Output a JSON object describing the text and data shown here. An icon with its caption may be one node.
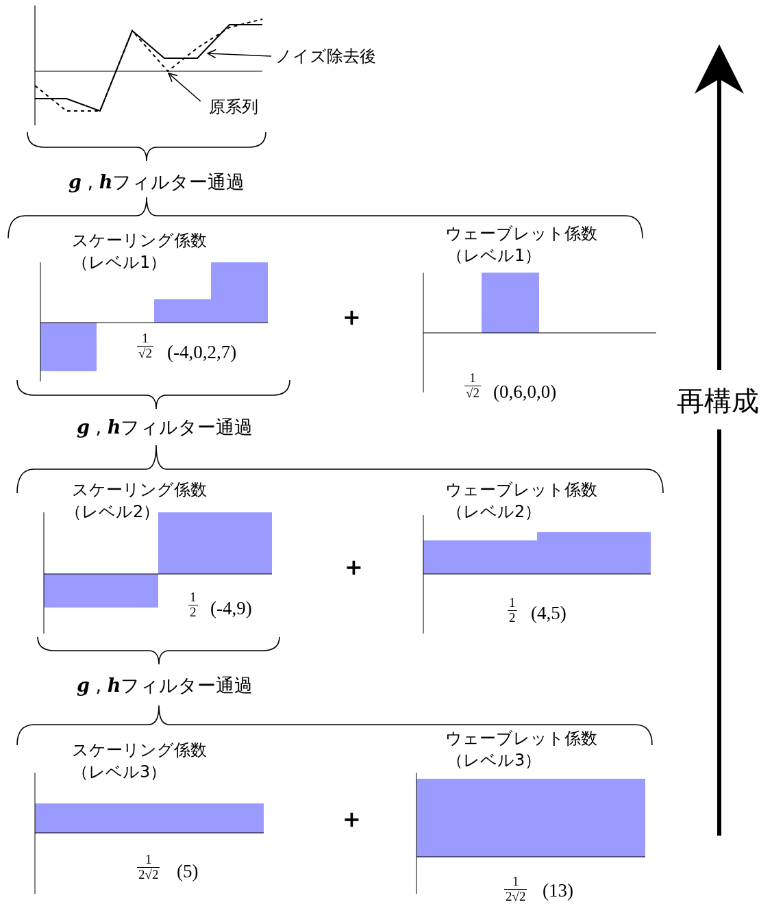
{
  "diagram": {
    "nodes": [
      {
        "text": [
          "ノイズ除去後"
        ]
      },
      {
        "text": [],
        "shape": "line"
      },
      {
        "text": [
          "原系列"
        ]
      },
      {
        "text": [],
        "shape": "line"
      }
    ],
    "edges": [
      {
        "from": 0,
        "to": 1,
        "arrow": "to"
      },
      {
        "from": 2,
        "to": 3,
        "arrow": "to"
      }
    ],
    "labels": [
      "**g** , **h**フィルター通過",
      "スケーリング係数",
      "（レベル1）",
      "ウェーブレット係数",
      "（レベル1）",
      "+",
      "1",
      "√2",
      "(-4,0,2,7)",
      "1",
      "√2",
      "(0,6,0,0)",
      "再構成",
      "**g** , **h**フィルター通過",
      "スケーリング係数",
      "（レベル2）",
      "ウェーブレット係数",
      "（レベル2）",
      "+",
      "1",
      "2",
      "(-4,9)",
      "1",
      "2",
      "(4,5)",
      "**g** , **h**フィルター通過",
      "スケーリング係数",
      "（レベル3）",
      "ウェーブレット係数",
      "（レベル3）",
      "+",
      "1",
      "2√2",
      "(5)",
      "1",
      "2√2",
      "(13)"
    ]
  }
}
